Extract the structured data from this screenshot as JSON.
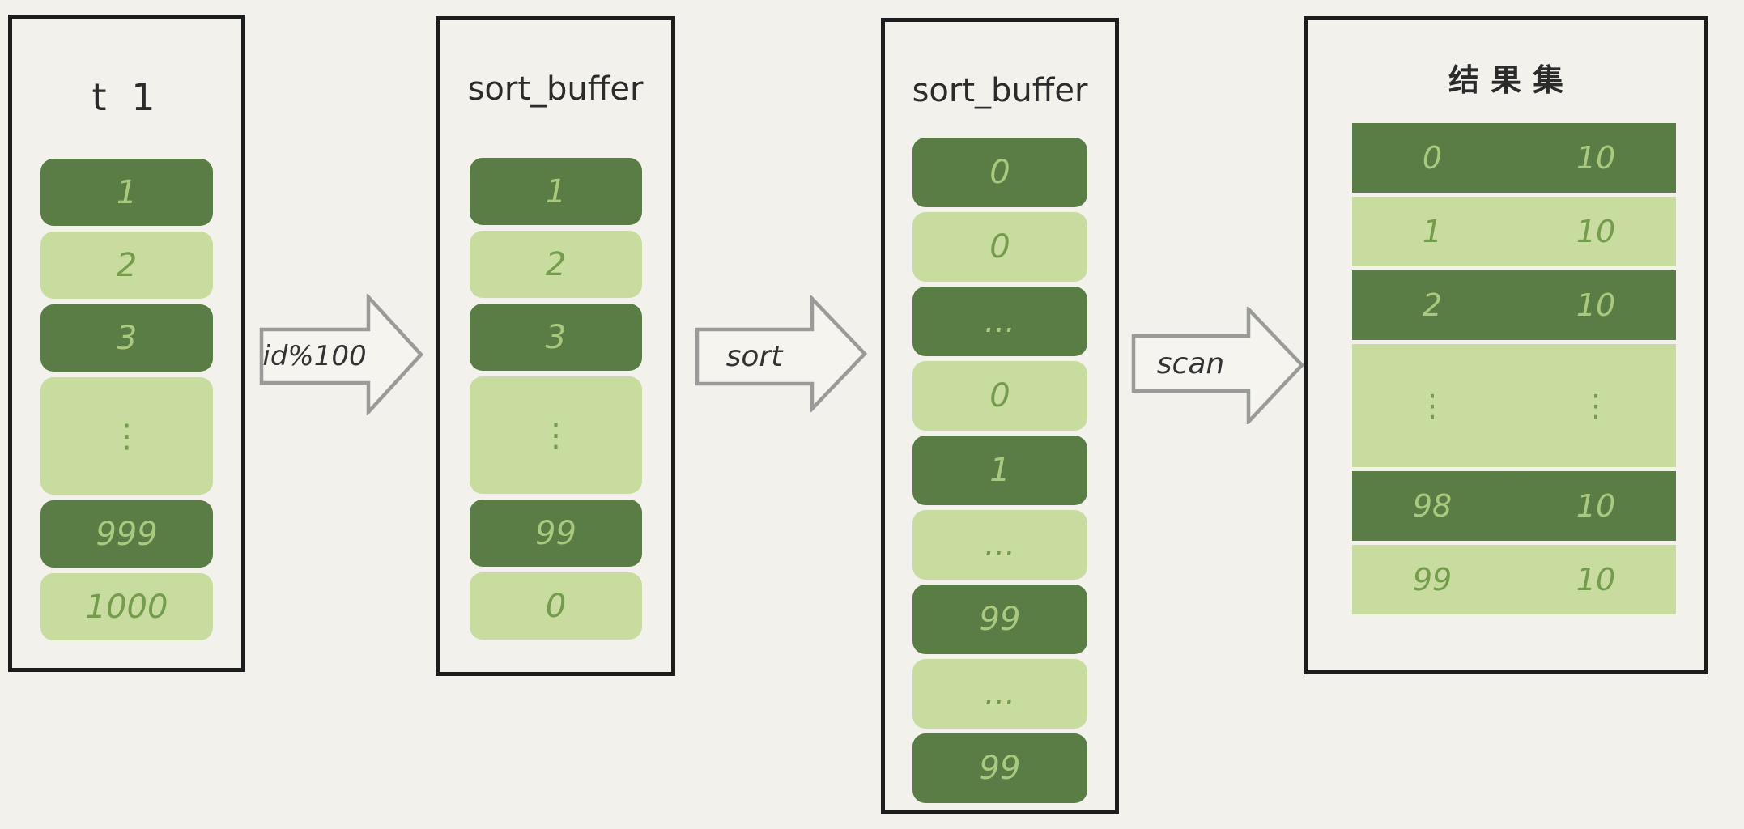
{
  "colors": {
    "background": "#f2f1ec",
    "panel_border": "#1d1d1d",
    "cell_dark": "#5a7d46",
    "cell_light": "#c8dc9f",
    "text_on_dark": "#a9c97f",
    "text_on_light": "#759b4c",
    "title_text": "#2b2b2b",
    "arrow_stroke": "#9a9a99",
    "arrow_fill": "#f5f4ef",
    "arrow_label": "#333333"
  },
  "panels": [
    {
      "title": "t 1",
      "cells": [
        {
          "v": "1",
          "tone": "dark"
        },
        {
          "v": "2",
          "tone": "light"
        },
        {
          "v": "3",
          "tone": "dark"
        },
        {
          "v": "⋮",
          "tone": "light",
          "tall": true
        },
        {
          "v": "999",
          "tone": "dark"
        },
        {
          "v": "1000",
          "tone": "light"
        }
      ]
    },
    {
      "title": "sort_buffer",
      "cells": [
        {
          "v": "1",
          "tone": "dark"
        },
        {
          "v": "2",
          "tone": "light"
        },
        {
          "v": "3",
          "tone": "dark"
        },
        {
          "v": "⋮",
          "tone": "light",
          "tall": true
        },
        {
          "v": "99",
          "tone": "dark"
        },
        {
          "v": "0",
          "tone": "light"
        }
      ]
    },
    {
      "title": "sort_buffer",
      "cells": [
        {
          "v": "0",
          "tone": "dark"
        },
        {
          "v": "0",
          "tone": "light"
        },
        {
          "v": "...",
          "tone": "dark"
        },
        {
          "v": "0",
          "tone": "light"
        },
        {
          "v": "1",
          "tone": "dark"
        },
        {
          "v": "...",
          "tone": "light"
        },
        {
          "v": "99",
          "tone": "dark"
        },
        {
          "v": "...",
          "tone": "light"
        },
        {
          "v": "99",
          "tone": "dark"
        }
      ]
    },
    {
      "title": "结果集",
      "rows": [
        {
          "id": "0",
          "val": "10",
          "tone": "dark"
        },
        {
          "id": "1",
          "val": "10",
          "tone": "light"
        },
        {
          "id": "2",
          "val": "10",
          "tone": "dark"
        },
        {
          "id": "⋮",
          "val": "⋮",
          "tone": "light",
          "tall": true
        },
        {
          "id": "98",
          "val": "10",
          "tone": "dark"
        },
        {
          "id": "99",
          "val": "10",
          "tone": "light"
        }
      ]
    }
  ],
  "arrows": [
    {
      "label": "id%100"
    },
    {
      "label": "sort"
    },
    {
      "label": "scan"
    }
  ]
}
